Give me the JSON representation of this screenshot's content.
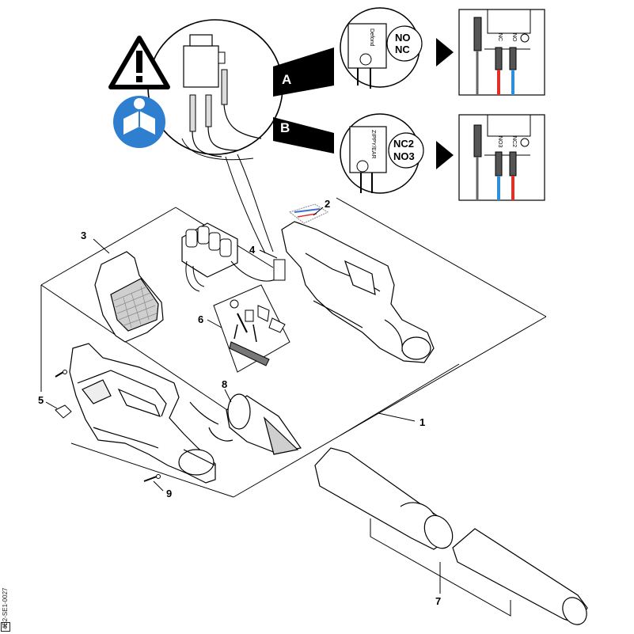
{
  "callouts": {
    "c1": "1",
    "c2": "2",
    "c3": "3",
    "c4": "4",
    "c5": "5",
    "c6": "6",
    "c7": "7",
    "c8": "8",
    "c9": "9"
  },
  "variants": {
    "a": {
      "label": "A",
      "switch_brand": "Defond",
      "contacts_line1": "NO",
      "contacts_line2": "NC",
      "terminal_left": "NC",
      "terminal_right": "NO",
      "wire_left_color": "#e0302a",
      "wire_right_color": "#2f8fd8"
    },
    "b": {
      "label": "B",
      "switch_brand": "ZIPPY/EAR",
      "contacts_line1": "NC2",
      "contacts_line2": "NO3",
      "terminal_left": "NO3",
      "terminal_right": "NC2",
      "wire_left_color": "#2f8fd8",
      "wire_right_color": "#e0302a"
    }
  },
  "icons": {
    "warning": "warning-triangle-icon",
    "manual": "read-manual-icon"
  },
  "colors": {
    "manual_icon_bg": "#2f7fd0",
    "arrow": "#000000"
  },
  "footer": {
    "drawing_id": "4B2-SE1-0027",
    "corner_symbol": "K"
  }
}
